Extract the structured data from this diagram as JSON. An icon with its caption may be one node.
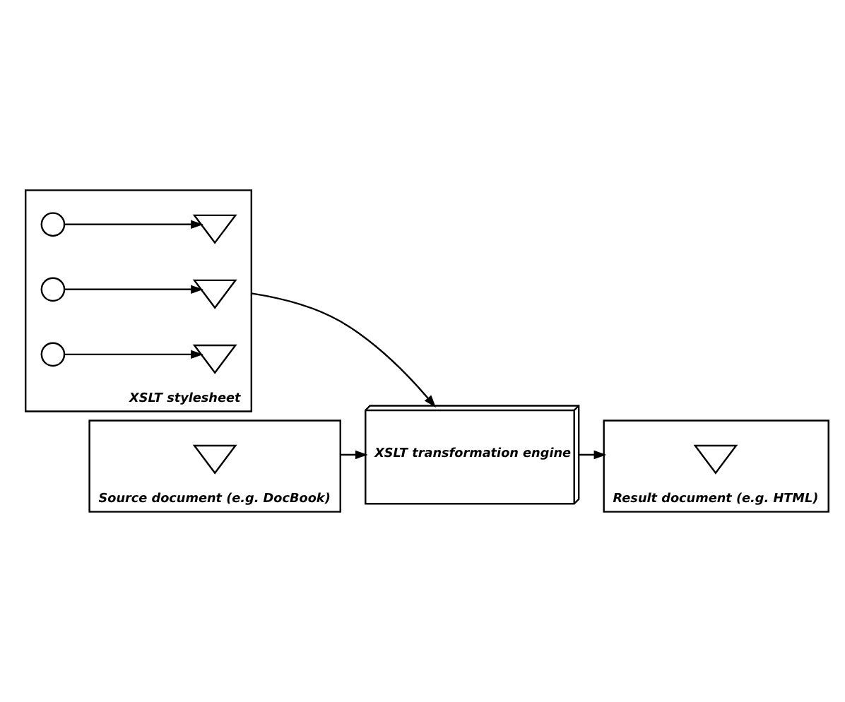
{
  "diagram": {
    "nodes": [
      {
        "text": [],
        "shape": "box",
        "beside": [
          "XSLT stylesheet"
        ]
      },
      {
        "text": [],
        "shape": "circle",
        "in": 0
      },
      {
        "text": [],
        "shape": "tree",
        "in": 0
      },
      {
        "text": [],
        "shape": "circle",
        "in": 0
      },
      {
        "text": [],
        "shape": "tree",
        "in": 0
      },
      {
        "text": [],
        "shape": "circle",
        "in": 0
      },
      {
        "text": [],
        "shape": "tree",
        "in": 0
      },
      {
        "text": [],
        "shape": "box",
        "beside": [
          "Source document (e.g. DocBook)"
        ]
      },
      {
        "text": [],
        "shape": "tree",
        "in": 7
      },
      {
        "text": [
          "XSLT transformation engine"
        ]
      },
      {
        "text": [],
        "shape": "box",
        "beside": [
          "Result document (e.g. HTML)"
        ]
      },
      {
        "text": [],
        "shape": "tree",
        "in": 10
      }
    ],
    "edges": [
      {
        "from": 1,
        "to": 2,
        "arrow": "to"
      },
      {
        "from": 3,
        "to": 4,
        "arrow": "to"
      },
      {
        "from": 5,
        "to": 6,
        "arrow": "to"
      },
      {
        "from": 0,
        "to": 9,
        "arrow": "to"
      },
      {
        "from": 7,
        "to": 9,
        "arrow": "to"
      },
      {
        "from": 9,
        "to": 10,
        "arrow": "to"
      }
    ]
  }
}
